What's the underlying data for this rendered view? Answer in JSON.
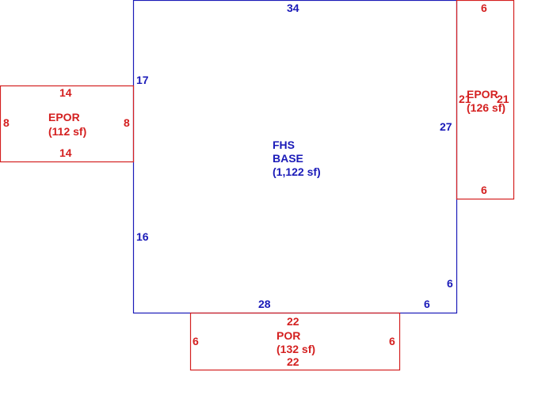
{
  "colors": {
    "main": "#1a1ab8",
    "porch": "#d42020"
  },
  "areas": {
    "base": {
      "line1": "FHS",
      "line2": "BASE",
      "area": "(1,122 sf)"
    },
    "epor_left": {
      "name": "EPOR",
      "area": "(112 sf)"
    },
    "epor_right": {
      "name": "EPOR",
      "area": "(126 sf)"
    },
    "por": {
      "name": "POR",
      "area": "(132 sf)"
    }
  },
  "dims": {
    "base_top": "34",
    "base_left_upper": "17",
    "base_left_lower": "16",
    "base_right": "27",
    "base_bottom": "28",
    "base_corner_vertical": "6",
    "base_corner_horizontal": "6",
    "epor_left_top": "14",
    "epor_left_bottom": "14",
    "epor_left_left": "8",
    "epor_left_right": "8",
    "epor_right_top": "6",
    "epor_right_bottom": "6",
    "epor_right_left": "21",
    "epor_right_right": "21",
    "por_top": "22",
    "por_bottom": "22",
    "por_left": "6",
    "por_right": "6"
  }
}
